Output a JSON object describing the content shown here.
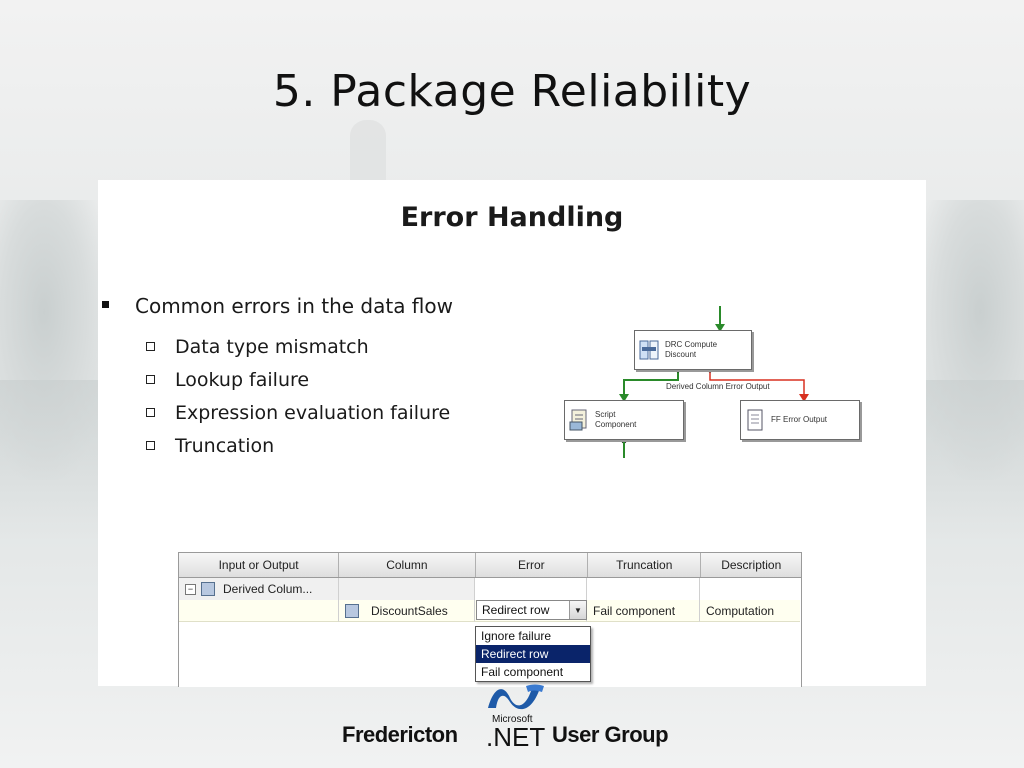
{
  "slide": {
    "title": "5. Package Reliability"
  },
  "panel": {
    "heading": "Error Handling",
    "main_bullet": "Common errors in the data flow",
    "sub_bullets": [
      "Data type mismatch",
      "Lookup failure",
      "Expression evaluation failure",
      "Truncation"
    ]
  },
  "flow": {
    "source_node": {
      "line1": "DRC Compute",
      "line2": "Discount"
    },
    "script_node": {
      "line1": "Script",
      "line2": "Component"
    },
    "error_node": {
      "label": "FF Error Output"
    },
    "error_path_label": "Derived Column Error Output",
    "colors": {
      "success": "#2a8a2a",
      "error": "#d83020"
    }
  },
  "grid": {
    "headers": [
      "Input or Output",
      "Column",
      "Error",
      "Truncation",
      "Description"
    ],
    "row1": {
      "input": "Derived Colum..."
    },
    "row2": {
      "column": "DiscountSales",
      "error": "Redirect row",
      "truncation": "Fail component",
      "description": "Computation"
    },
    "dropdown_options": [
      "Ignore failure",
      "Redirect row",
      "Fail component"
    ]
  },
  "footer": {
    "left": "Fredericton",
    "microsoft": "Microsoft",
    "net": ".NET",
    "right": "User Group"
  }
}
